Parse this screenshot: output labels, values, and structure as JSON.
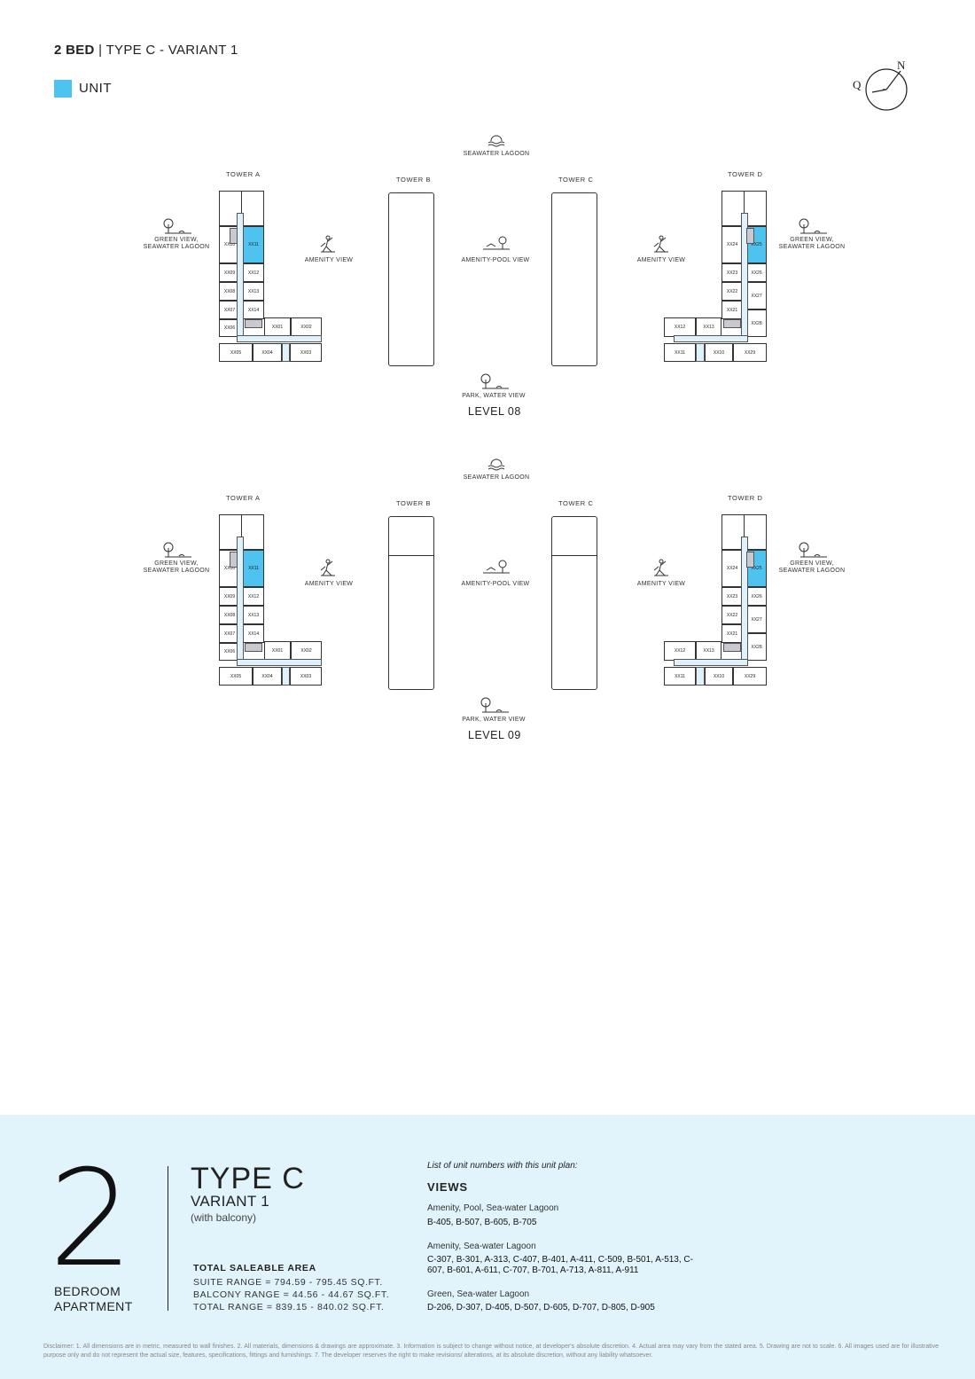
{
  "header": {
    "bed": "2 BED",
    "sep": "|",
    "type": "TYPE C - VARIANT 1"
  },
  "legend": {
    "label": "UNIT",
    "color": "#4fc3ef"
  },
  "compass": {
    "north": "N",
    "west": "Q"
  },
  "plan_labels": {
    "seawater": "SEAWATER LAGOON",
    "towerA": "TOWER A",
    "towerB": "TOWER B",
    "towerC": "TOWER C",
    "towerD": "TOWER D",
    "greenA": "GREEN VIEW,\nSEAWATER LAGOON",
    "greenD": "GREEN VIEW,\nSEAWATER LAGOON",
    "amenityA": "AMENITY VIEW",
    "amenityD": "AMENITY VIEW",
    "pool": "AMENITY-POOL VIEW",
    "park": "PARK, WATER VIEW"
  },
  "levels": [
    {
      "name": "LEVEL 08"
    },
    {
      "name": "LEVEL 09"
    }
  ],
  "towerA_units": [
    "XX10",
    "XX11",
    "XX09",
    "XX12",
    "XX08",
    "XX13",
    "XX07",
    "XX14",
    "XX06",
    "XX01",
    "XX02",
    "XX05",
    "XX04",
    "XX03"
  ],
  "towerD_units": [
    "XX24",
    "XX25",
    "XX23",
    "XX26",
    "XX22",
    "XX27",
    "XX21",
    "XX28",
    "XX12",
    "XX13",
    "XX11",
    "XX10",
    "XX29"
  ],
  "summary": {
    "bedrooms": "2",
    "bedroom_label_1": "BEDROOM",
    "bedroom_label_2": "APARTMENT",
    "type": "TYPE C",
    "variant": "VARIANT 1",
    "balcony": "(with balcony)",
    "area_title": "TOTAL SALEABLE AREA",
    "suite": "SUITE RANGE = 794.59 - 795.45 SQ.FT.",
    "balcony_range": "BALCONY RANGE = 44.56 - 44.67 SQ.FT.",
    "total": "TOTAL RANGE = 839.15 - 840.02 SQ.FT."
  },
  "views": {
    "intro": "List of unit numbers with this unit plan:",
    "title": "VIEWS",
    "groups": [
      {
        "name": "Amenity, Pool, Sea-water Lagoon",
        "units": "B-405, B-507, B-605, B-705"
      },
      {
        "name": "Amenity, Sea-water Lagoon",
        "units": "C-307, B-301, A-313, C-407, B-401, A-411, C-509, B-501, A-513, C-607, B-601, A-611, C-707, B-701, A-713, A-811, A-911"
      },
      {
        "name": "Green, Sea-water Lagoon",
        "units": "D-206, D-307, D-405, D-507, D-605, D-707, D-805, D-905"
      }
    ]
  },
  "disclaimer": "Disclaimer: 1. All dimensions are in metric, measured to wall finishes. 2. All materials, dimensions & drawings are approximate. 3. Information is subject to change without notice, at developer's absolute discretion. 4. Actual area may vary from the stated area. 5. Drawing are not to scale. 6. All images used are for illustrative purpose only and do not represent the actual size, features, specifications, fittings and furnishings. 7. The developer reserves the right to make revisions/ alterations, at its absolute discretion, without any liability whatsoever."
}
